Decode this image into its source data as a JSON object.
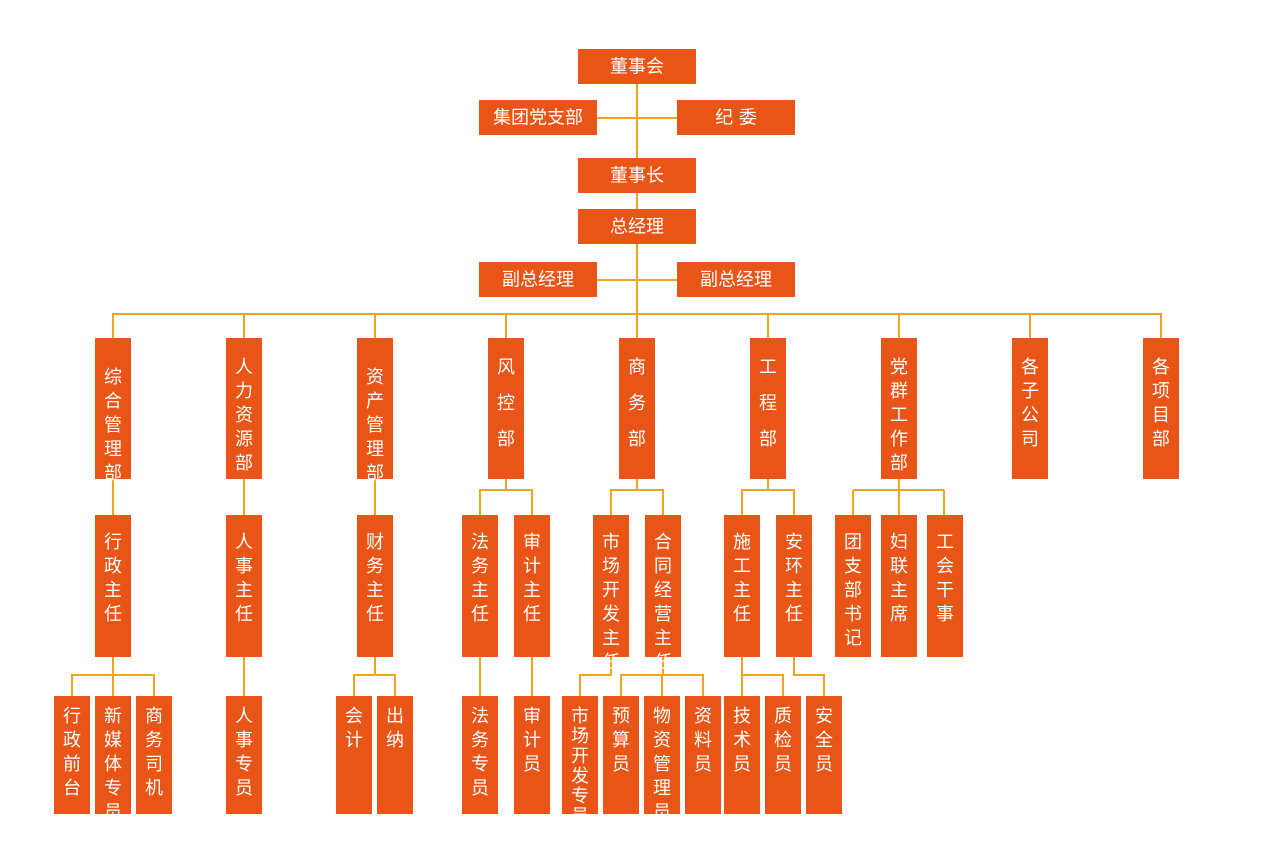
{
  "colors": {
    "box": "#E85516",
    "connector": "#F2A31B",
    "text": "#FFFFFF"
  },
  "nodes": {
    "board": "董事会",
    "party_branch": "集团党支部",
    "discipline": "纪  委",
    "chairman": "董事长",
    "gm": "总经理",
    "vgm1": "副总经理",
    "vgm2": "副总经理",
    "dept_general": "综合管理部",
    "dept_hr": "人力资源部",
    "dept_asset": "资产管理部",
    "dept_risk": "风控部",
    "dept_business": "商务部",
    "dept_engineering": "工程部",
    "dept_party_mass": "党群工作部",
    "dept_subsidiaries": "各子公司",
    "dept_projects": "各项目部",
    "mgr_admin": "行政主任",
    "mgr_personnel": "人事主任",
    "mgr_finance": "财务主任",
    "mgr_legal": "法务主任",
    "mgr_audit": "审计主任",
    "mgr_market": "市场开发主任",
    "mgr_contract": "合同经营主任",
    "mgr_construction": "施工主任",
    "mgr_safety_env": "安环主任",
    "mgr_youth": "团支部书记",
    "mgr_women": "妇联主席",
    "mgr_union": "工会干事",
    "staff_front_desk": "行政前台",
    "staff_new_media": "新媒体专员",
    "staff_driver": "商务司机",
    "staff_personnel": "人事专员",
    "staff_accountant": "会计",
    "staff_cashier": "出纳",
    "staff_legal": "法务专员",
    "staff_auditor": "审计员",
    "staff_market": "市场开发专员",
    "staff_budget": "预算员",
    "staff_materials": "物资管理员",
    "staff_documents": "资料员",
    "staff_technician": "技术员",
    "staff_quality": "质检员",
    "staff_safety": "安全员"
  }
}
